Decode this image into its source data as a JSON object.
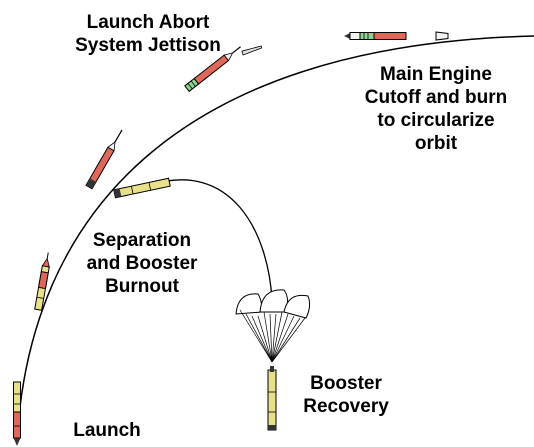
{
  "labels": {
    "las_jettison": [
      "Launch Abort",
      "System Jettison"
    ],
    "meco": [
      "Main Engine",
      "Cutoff and burn",
      "to circularize",
      "orbit"
    ],
    "separation": [
      "Separation",
      "and Booster",
      "Burnout"
    ],
    "recovery": [
      "Booster",
      "Recovery"
    ],
    "launch": [
      "Launch"
    ]
  },
  "colors": {
    "line": "#000000",
    "booster_red": "#e0685a",
    "booster_yellow": "#e8e18a",
    "service_green": "#8fd28f",
    "capsule_white": "#f2f2f2",
    "parachute_fill": "#ffffff"
  }
}
